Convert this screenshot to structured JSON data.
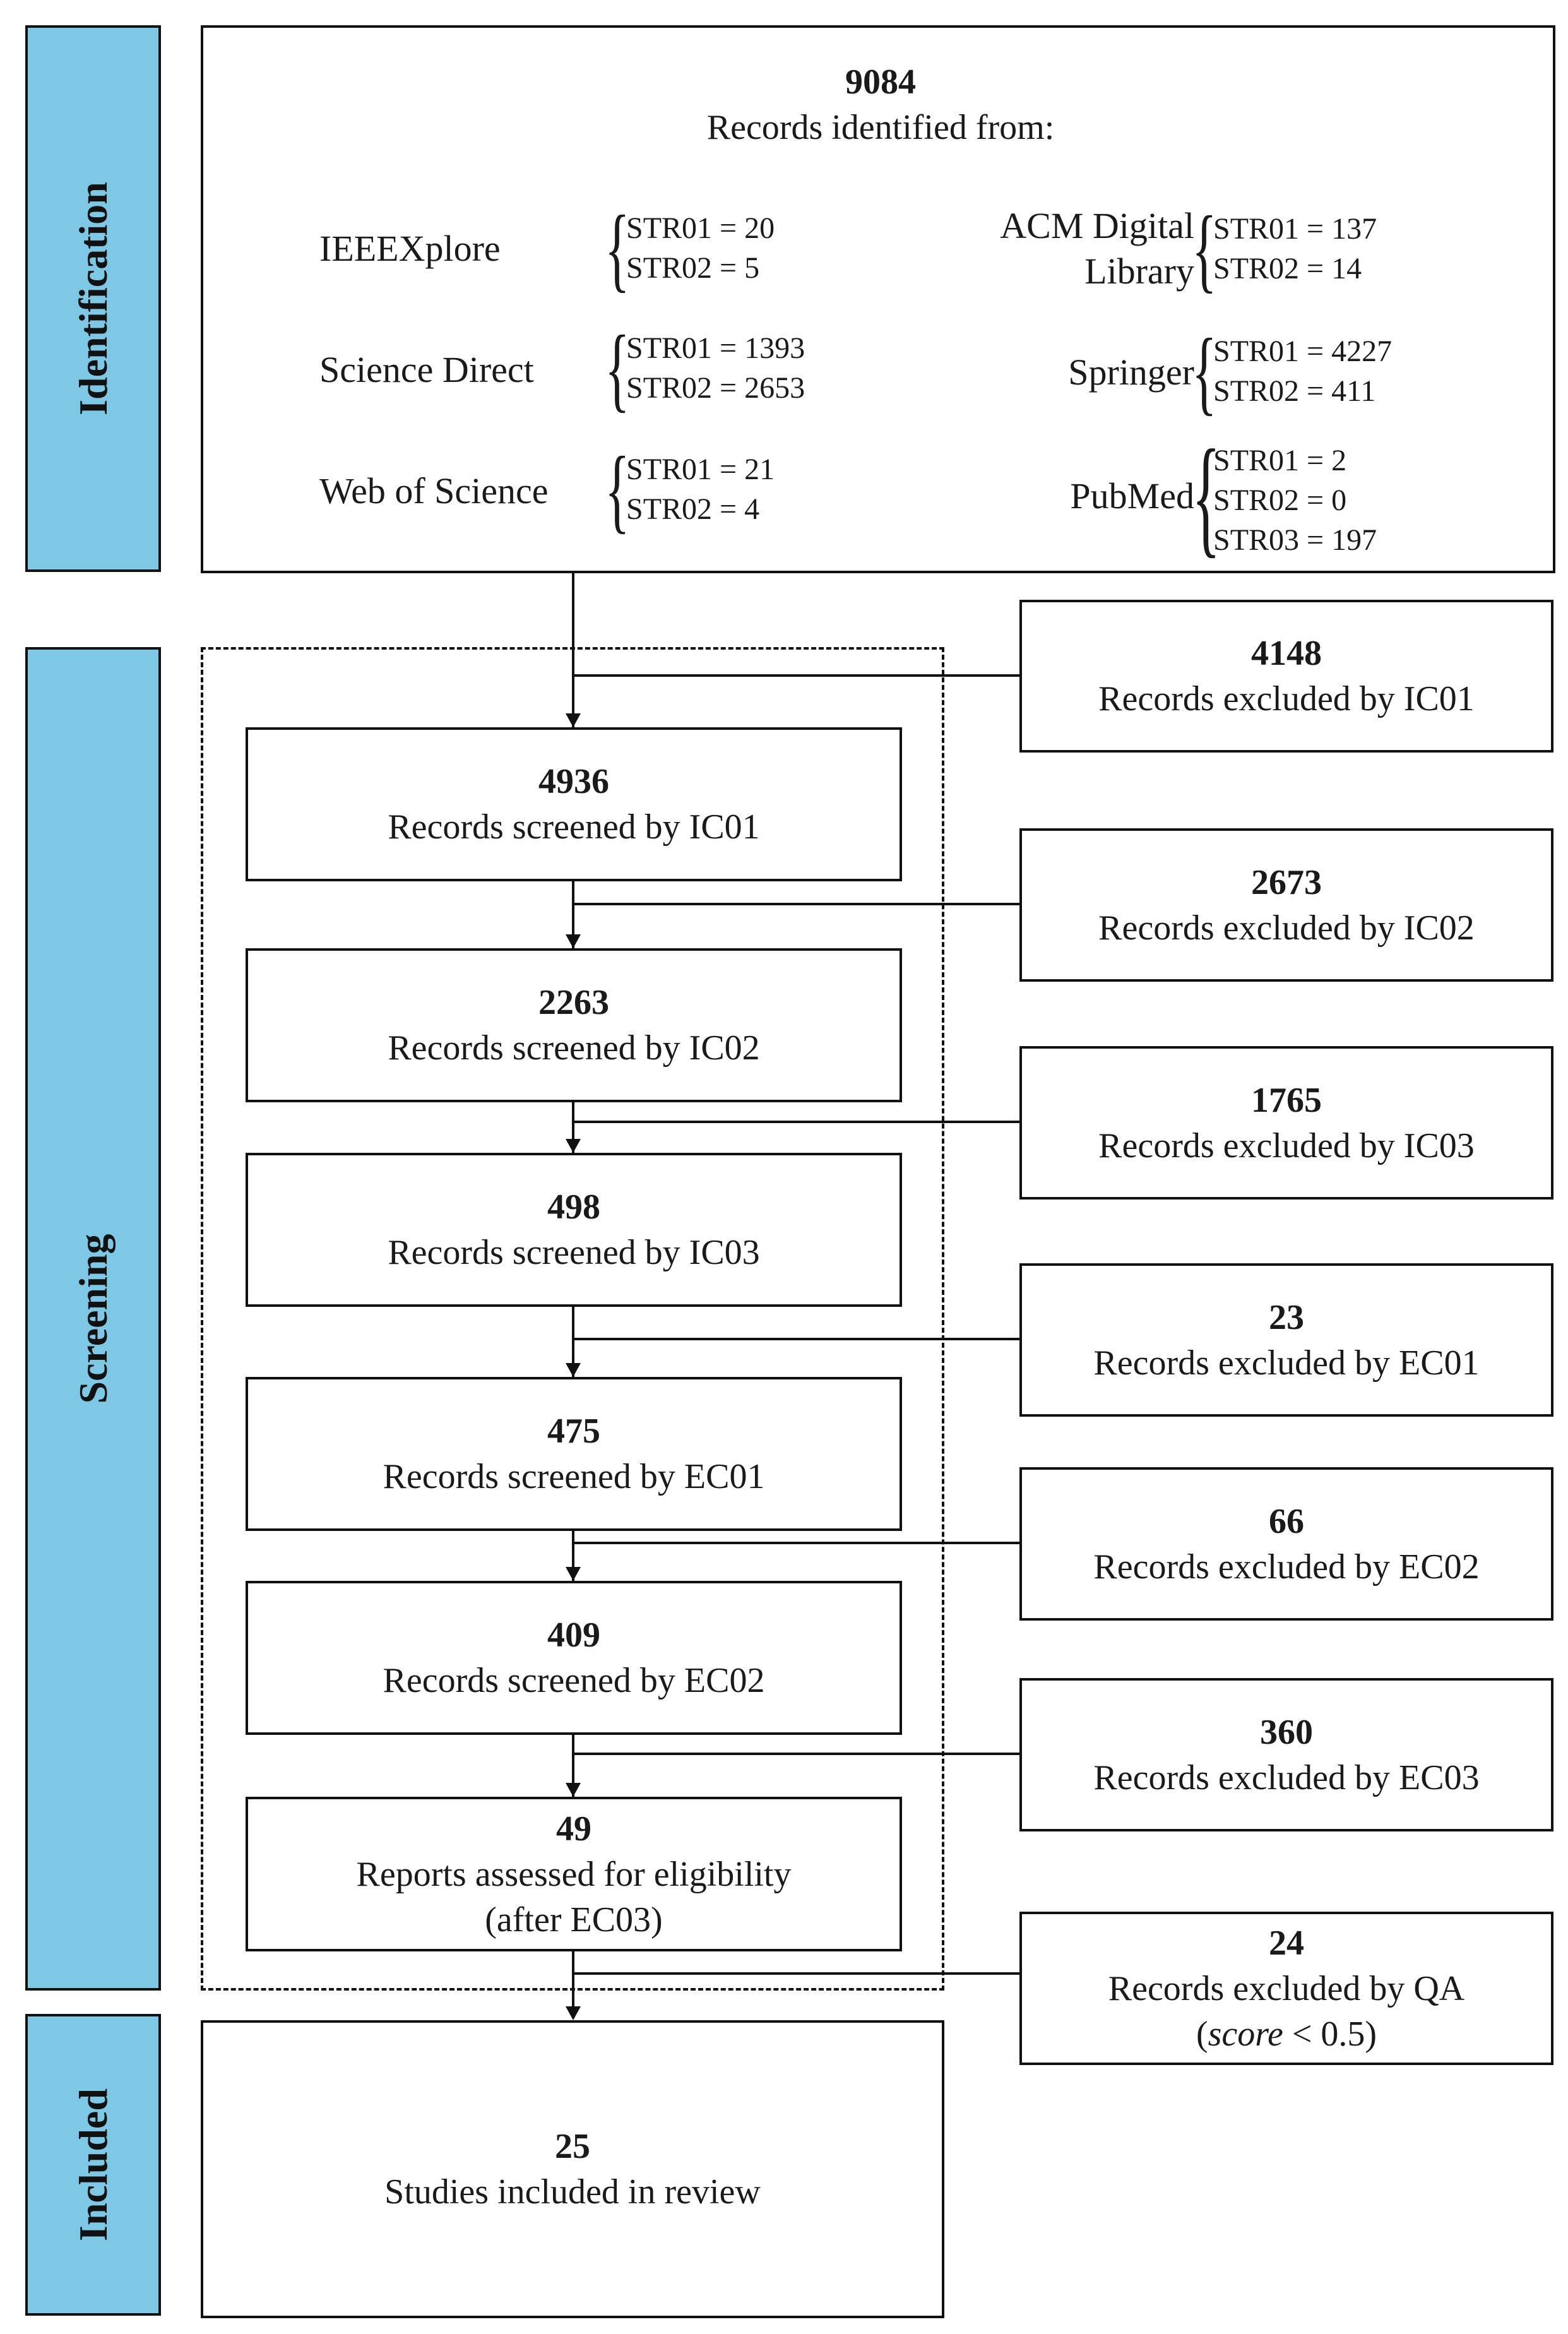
{
  "stages": {
    "identification": "Identification",
    "screening": "Screening",
    "included": "Included"
  },
  "identification": {
    "count": "9084",
    "label": "Records identified from:",
    "sources": [
      {
        "name": "IEEEXplore",
        "lines": [
          "STR01 = 20",
          "STR02 = 5"
        ]
      },
      {
        "name": "Science Direct",
        "lines": [
          "STR01 = 1393",
          "STR02 = 2653"
        ]
      },
      {
        "name": "Web of Science",
        "lines": [
          "STR01 = 21",
          "STR02 = 4"
        ]
      },
      {
        "name_line1": "ACM Digital",
        "name_line2": "Library",
        "lines": [
          "STR01 = 137",
          "STR02 = 14"
        ]
      },
      {
        "name": "Springer",
        "lines": [
          "STR01 = 4227",
          "STR02 = 411"
        ]
      },
      {
        "name": "PubMed",
        "lines": [
          "STR01 = 2",
          "STR02 = 0",
          "STR03 = 197"
        ]
      }
    ]
  },
  "screened": [
    {
      "count": "4936",
      "label": "Records screened by IC01"
    },
    {
      "count": "2263",
      "label": "Records screened by IC02"
    },
    {
      "count": "498",
      "label": "Records screened by IC03"
    },
    {
      "count": "475",
      "label": "Records screened by EC01"
    },
    {
      "count": "409",
      "label": "Records screened by EC02"
    },
    {
      "count": "49",
      "label": "Reports assessed for eligibility",
      "label2": "(after EC03)"
    }
  ],
  "excluded": [
    {
      "count": "4148",
      "label": "Records excluded by IC01"
    },
    {
      "count": "2673",
      "label": "Records excluded by IC02"
    },
    {
      "count": "1765",
      "label": "Records excluded by IC03"
    },
    {
      "count": "23",
      "label": "Records excluded by EC01"
    },
    {
      "count": "66",
      "label": "Records excluded by EC02"
    },
    {
      "count": "360",
      "label": "Records excluded by EC03"
    },
    {
      "count": "24",
      "label": "Records excluded by QA",
      "label2_open": "(",
      "label2_em": "score",
      "label2_rest": " < 0.5)"
    }
  ],
  "included": {
    "count": "25",
    "label": "Studies included in review"
  }
}
